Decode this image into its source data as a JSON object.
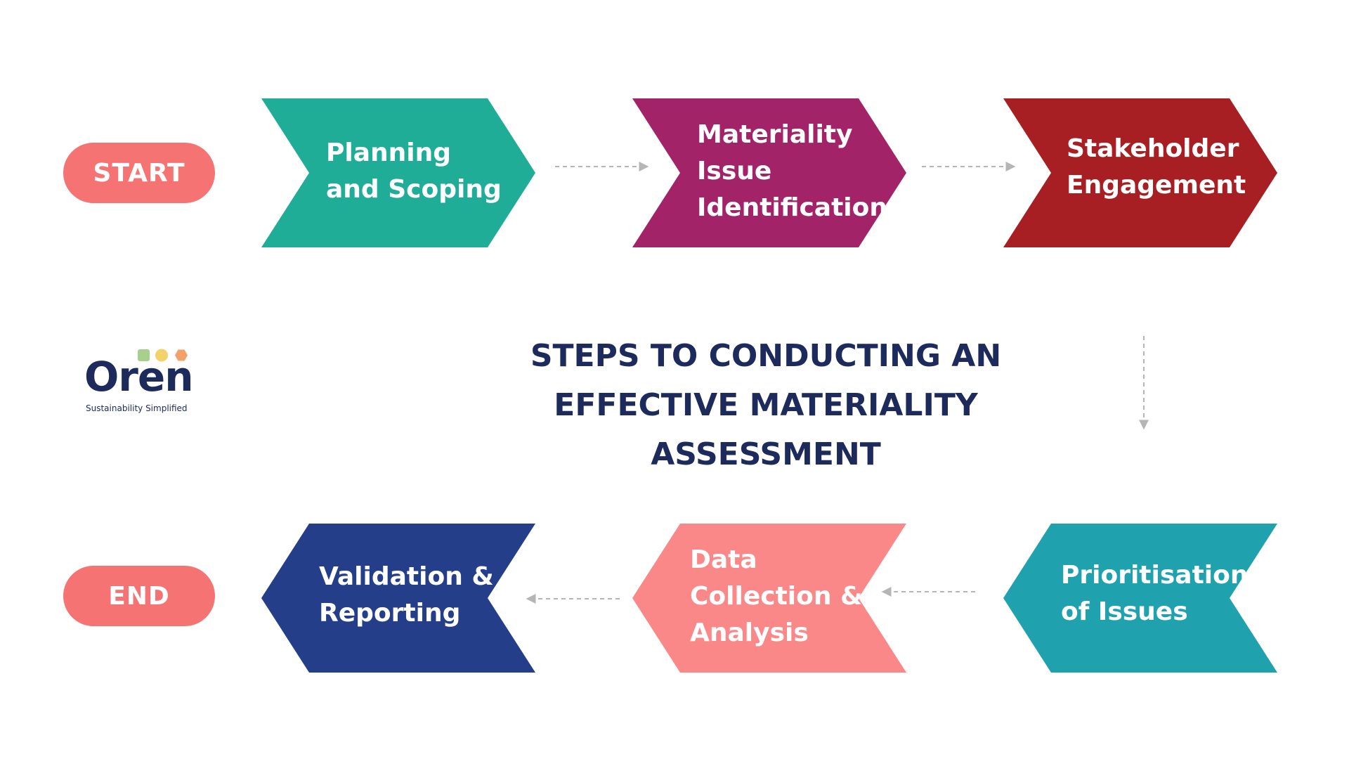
{
  "start_label": "START",
  "end_label": "END",
  "title_lines": [
    "STEPS TO CONDUCTING AN",
    "EFFECTIVE MATERIALITY",
    "ASSESSMENT"
  ],
  "logo": {
    "word": "Oren",
    "tagline": "Sustainability Simplified",
    "dot_colors": [
      "#a8d08d",
      "#f3d26b",
      "#f3a06b"
    ]
  },
  "colors": {
    "pill": "#f57373",
    "title": "#1d2a5c",
    "connector": "#b5b5b5"
  },
  "steps": [
    {
      "lines": [
        "Planning",
        "and Scoping"
      ],
      "color": "#20ad98"
    },
    {
      "lines": [
        "Materiality",
        "Issue",
        "Identification"
      ],
      "color": "#a22368"
    },
    {
      "lines": [
        "Stakeholder",
        "Engagement"
      ],
      "color": "#a81f23"
    },
    {
      "lines": [
        "Prioritisation",
        "of Issues"
      ],
      "color": "#1fa2ae"
    },
    {
      "lines": [
        "Data",
        "Collection &",
        "Analysis"
      ],
      "color": "#fb8888"
    },
    {
      "lines": [
        "Validation &",
        "Reporting"
      ],
      "color": "#243e8a"
    }
  ]
}
